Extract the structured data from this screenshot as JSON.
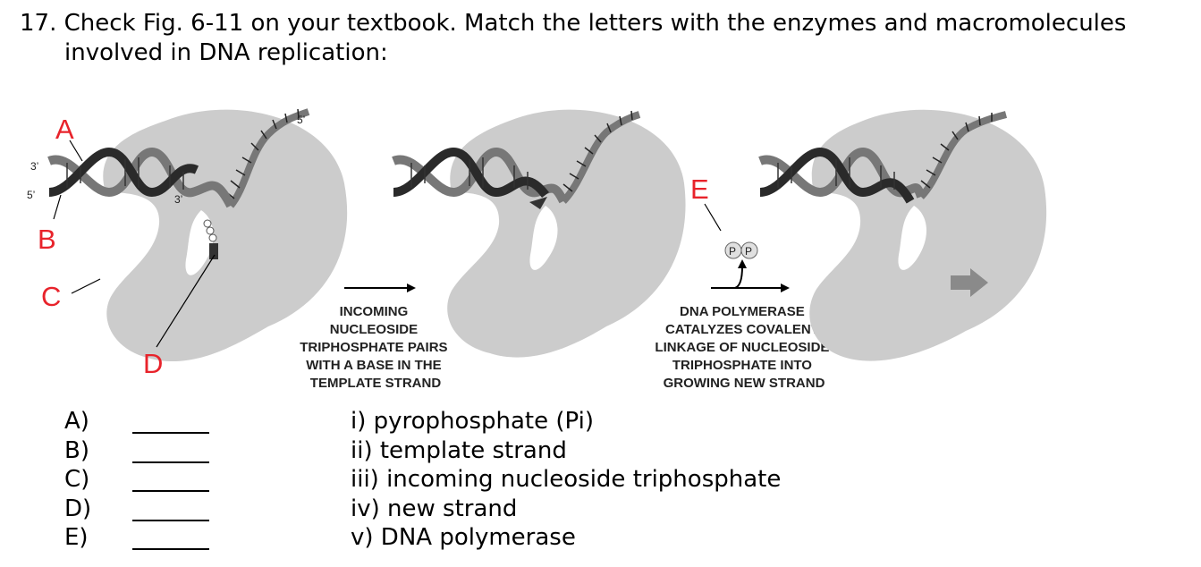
{
  "question": {
    "line1": "17. Check Fig. 6-11 on your textbook. Match the letters with the enzymes and macromolecules",
    "line2": "involved in DNA replication:"
  },
  "figure": {
    "labels": {
      "A": "A",
      "B": "B",
      "C": "C",
      "D": "D",
      "E": "E"
    },
    "strand_ends": {
      "three_prime": "3’",
      "five_prime": "5’"
    },
    "pp_circle": "P",
    "caption1": [
      "INCOMING",
      "NUCLEOSIDE",
      "TRIPHOSPHATE PAIRS",
      "WITH A BASE IN THE",
      "TEMPLATE STRAND"
    ],
    "caption2": [
      "DNA POLYMERASE",
      "CATALYZES COVALENT",
      "LINKAGE OF NUCLEOSIDE",
      "TRIPHOSPHATE INTO",
      "GROWING NEW STRAND"
    ],
    "colors": {
      "label": "#e8232b",
      "enzyme": "#cccccc",
      "dark_strand": "#2a2a2a",
      "light_strand": "#777777",
      "arrow": "#8a8a8a"
    }
  },
  "answers": [
    "A)",
    "B)",
    "C)",
    "D)",
    "E)"
  ],
  "choices": [
    "i) pyrophosphate (Pi)",
    "ii) template strand",
    "iii) incoming nucleoside triphosphate",
    "iv) new strand",
    "v) DNA polymerase"
  ]
}
